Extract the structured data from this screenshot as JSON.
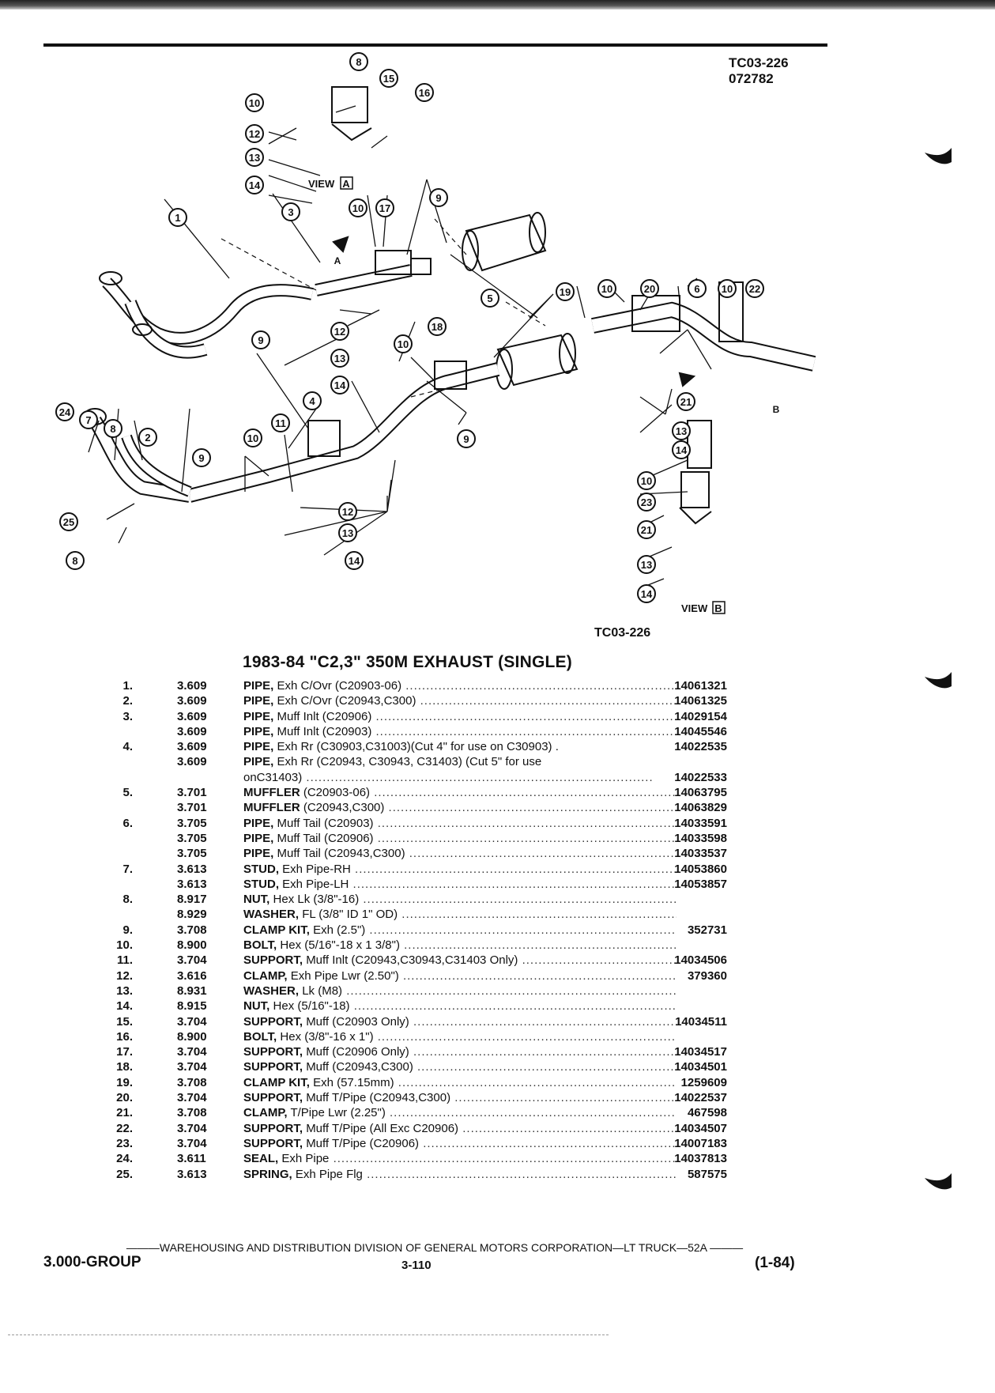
{
  "doc": {
    "code": "TC03-226",
    "date_code": "072782"
  },
  "diagram": {
    "caption": "TC03-226",
    "view_a_label": "VIEW",
    "view_a_letter": "A",
    "view_b_label": "VIEW",
    "view_b_letter": "B",
    "arrow_a_letter": "A",
    "arrow_b_letter": "B",
    "callouts": [
      "1",
      "2",
      "3",
      "4",
      "5",
      "6",
      "7",
      "8",
      "9",
      "10",
      "11",
      "12",
      "13",
      "14",
      "15",
      "16",
      "17",
      "18",
      "19",
      "20",
      "21",
      "22",
      "23",
      "24",
      "25"
    ]
  },
  "section_title": "1983-84 \"C2,3\" 350M EXHAUST (SINGLE)",
  "parts": [
    {
      "num": "1.",
      "group": "3.609",
      "name": "PIPE,",
      "detail": "Exh C/Ovr (C20903-06)",
      "part": "14061321"
    },
    {
      "num": "2.",
      "group": "3.609",
      "name": "PIPE,",
      "detail": "Exh C/Ovr (C20943,C300)",
      "part": "14061325"
    },
    {
      "num": "3.",
      "group": "3.609",
      "name": "PIPE,",
      "detail": "Muff Inlt (C20906)",
      "part": "14029154"
    },
    {
      "num": "",
      "group": "3.609",
      "name": "PIPE,",
      "detail": "Muff Inlt (C20903)",
      "part": "14045546"
    },
    {
      "num": "4.",
      "group": "3.609",
      "name": "PIPE,",
      "detail": "Exh Rr (C30903,C31003)(Cut 4\" for use on C30903) .",
      "part": "14022535"
    },
    {
      "num": "",
      "group": "3.609",
      "name": "PIPE,",
      "detail": "Exh Rr (C20943, C30943, C31403) (Cut 5\" for use",
      "part": ""
    },
    {
      "num": "",
      "group": "",
      "name": "",
      "detail": "onC31403)",
      "part": "14022533"
    },
    {
      "num": "5.",
      "group": "3.701",
      "name": "MUFFLER",
      "detail": "(C20903-06)",
      "part": "14063795"
    },
    {
      "num": "",
      "group": "3.701",
      "name": "MUFFLER",
      "detail": "(C20943,C300)",
      "part": "14063829"
    },
    {
      "num": "6.",
      "group": "3.705",
      "name": "PIPE,",
      "detail": "Muff Tail (C20903)",
      "part": "14033591"
    },
    {
      "num": "",
      "group": "3.705",
      "name": "PIPE,",
      "detail": "Muff Tail (C20906)",
      "part": "14033598"
    },
    {
      "num": "",
      "group": "3.705",
      "name": "PIPE,",
      "detail": "Muff Tail (C20943,C300)",
      "part": "14033537"
    },
    {
      "num": "7.",
      "group": "3.613",
      "name": "STUD,",
      "detail": "Exh Pipe-RH",
      "part": "14053860"
    },
    {
      "num": "",
      "group": "3.613",
      "name": "STUD,",
      "detail": "Exh Pipe-LH",
      "part": "14053857"
    },
    {
      "num": "8.",
      "group": "8.917",
      "name": "NUT,",
      "detail": "Hex Lk (3/8\"-16)",
      "part": ""
    },
    {
      "num": "",
      "group": "8.929",
      "name": "WASHER,",
      "detail": "FL (3/8\" ID 1\" OD)",
      "part": ""
    },
    {
      "num": "9.",
      "group": "3.708",
      "name": "CLAMP KIT,",
      "detail": "Exh (2.5\")",
      "part": "352731"
    },
    {
      "num": "10.",
      "group": "8.900",
      "name": "BOLT,",
      "detail": "Hex (5/16\"-18 x 1 3/8\")",
      "part": ""
    },
    {
      "num": "11.",
      "group": "3.704",
      "name": "SUPPORT,",
      "detail": "Muff Inlt (C20943,C30943,C31403 Only)",
      "part": "14034506"
    },
    {
      "num": "12.",
      "group": "3.616",
      "name": "CLAMP,",
      "detail": "Exh Pipe Lwr (2.50\")",
      "part": "379360"
    },
    {
      "num": "13.",
      "group": "8.931",
      "name": "WASHER,",
      "detail": "Lk (M8)",
      "part": ""
    },
    {
      "num": "14.",
      "group": "8.915",
      "name": "NUT,",
      "detail": "Hex (5/16\"-18)",
      "part": ""
    },
    {
      "num": "15.",
      "group": "3.704",
      "name": "SUPPORT,",
      "detail": "Muff (C20903 Only)",
      "part": "14034511"
    },
    {
      "num": "16.",
      "group": "8.900",
      "name": "BOLT,",
      "detail": "Hex (3/8\"-16 x 1\")",
      "part": ""
    },
    {
      "num": "17.",
      "group": "3.704",
      "name": "SUPPORT,",
      "detail": "Muff (C20906 Only)",
      "part": "14034517"
    },
    {
      "num": "18.",
      "group": "3.704",
      "name": "SUPPORT,",
      "detail": "Muff (C20943,C300)",
      "part": "14034501"
    },
    {
      "num": "19.",
      "group": "3.708",
      "name": "CLAMP KIT,",
      "detail": "Exh (57.15mm)",
      "part": "1259609"
    },
    {
      "num": "20.",
      "group": "3.704",
      "name": "SUPPORT,",
      "detail": "Muff T/Pipe (C20943,C300)",
      "part": "14022537"
    },
    {
      "num": "21.",
      "group": "3.708",
      "name": "CLAMP,",
      "detail": "T/Pipe Lwr (2.25\")",
      "part": "467598"
    },
    {
      "num": "22.",
      "group": "3.704",
      "name": "SUPPORT,",
      "detail": "Muff T/Pipe (All Exc C20906)",
      "part": "14034507"
    },
    {
      "num": "23.",
      "group": "3.704",
      "name": "SUPPORT,",
      "detail": "Muff T/Pipe (C20906)",
      "part": "14007183"
    },
    {
      "num": "24.",
      "group": "3.611",
      "name": "SEAL,",
      "detail": "Exh Pipe",
      "part": "14037813"
    },
    {
      "num": "25.",
      "group": "3.613",
      "name": "SPRING,",
      "detail": "Exh Pipe Flg",
      "part": "587575"
    }
  ],
  "footer": {
    "division": "———WAREHOUSING AND DISTRIBUTION DIVISION OF GENERAL MOTORS CORPORATION—LT TRUCK—52A ———",
    "group": "3.000-GROUP",
    "page": "3-110",
    "date": "(1-84)"
  }
}
